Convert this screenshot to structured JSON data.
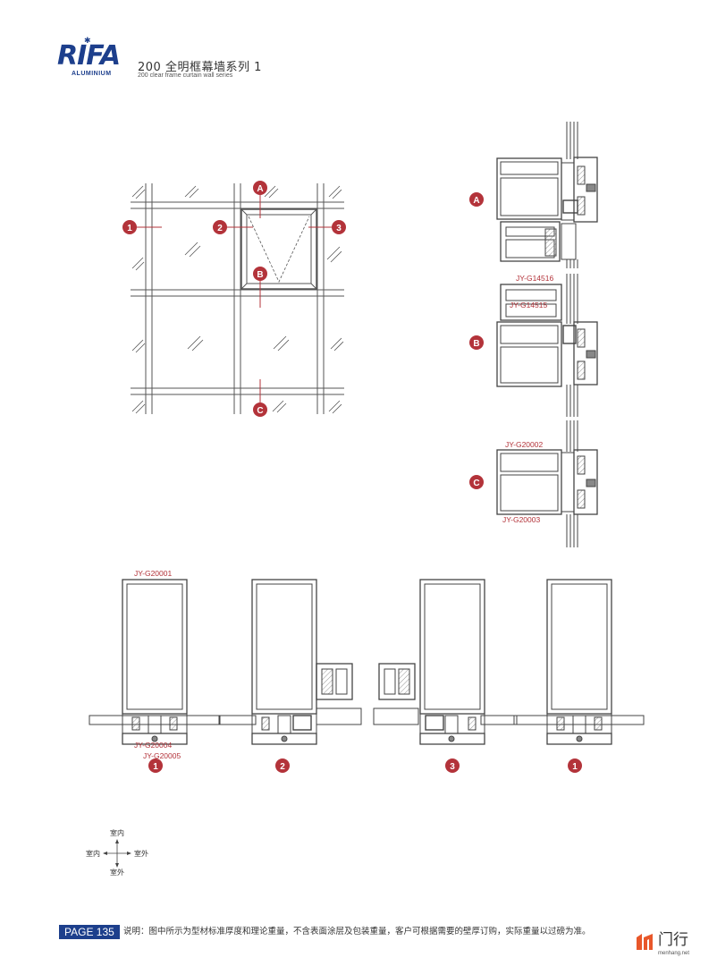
{
  "brand": {
    "logo_text": "RIFA",
    "logo_subtext": "ALUMINIUM",
    "series_title": "200 全明框幕墙系列 1",
    "series_subtitle": "200 clear frame curtain wall series"
  },
  "elevation": {
    "callouts": [
      {
        "id": "1"
      },
      {
        "id": "2"
      },
      {
        "id": "3"
      },
      {
        "id": "A"
      },
      {
        "id": "B"
      },
      {
        "id": "C"
      }
    ]
  },
  "sections": {
    "A": {
      "id": "A"
    },
    "B": {
      "id": "B",
      "part_labels": [
        "JY-G14516",
        "JY-G14515"
      ]
    },
    "C": {
      "id": "C",
      "part_labels": [
        "JY-G20002",
        "JY-G20003"
      ]
    }
  },
  "plan_details": [
    {
      "id": "1",
      "part_labels": [
        "JY-G20001",
        "JY-G20004",
        "JY-G20005"
      ]
    },
    {
      "id": "2"
    },
    {
      "id": "3"
    },
    {
      "id": "1"
    }
  ],
  "orientation": {
    "top": "室内",
    "left": "室内",
    "right": "室外",
    "bottom": "室外"
  },
  "footer": {
    "page_label": "PAGE 135",
    "note": "说明：图中所示为型材标准厚度和理论重量，不含表面涂层及包装重量，客户可根据需要的壁厚订购，实际重量以过磅为准。",
    "site_name": "门行",
    "site_url": "menhang.net"
  },
  "colors": {
    "brand_blue": "#1d3f8c",
    "callout_red": "#b3333a",
    "line_gray": "#555555",
    "accent_orange": "#e8572a"
  }
}
